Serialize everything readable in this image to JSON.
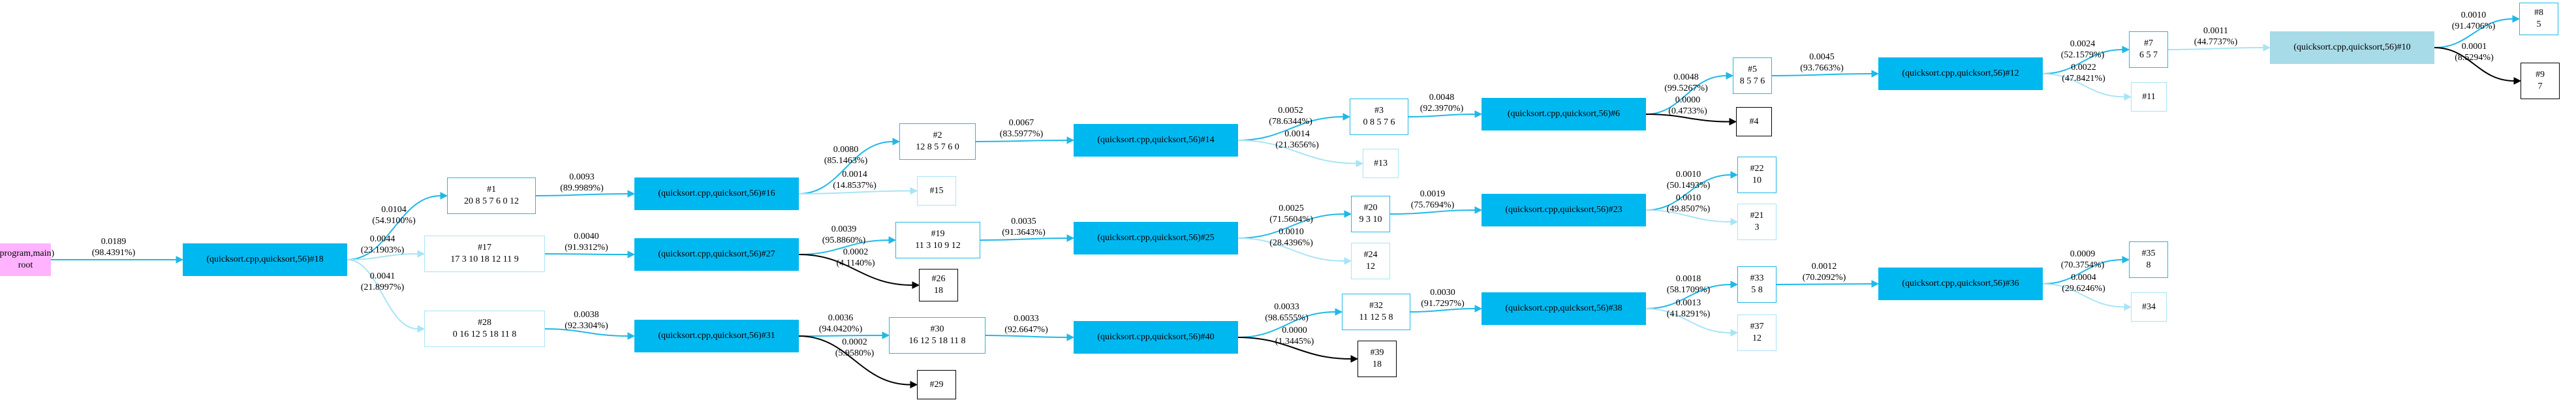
{
  "nodes": [
    {
      "id": "root",
      "kind": "root",
      "lines": [
        "(program,main)",
        "root"
      ]
    },
    {
      "id": "f18",
      "kind": "func",
      "lines": [
        "(quicksort.cpp,quicksort,56)#18"
      ]
    },
    {
      "id": "n1",
      "kind": "box",
      "lines": [
        "#1",
        "20 8 5 7 6 0 12"
      ]
    },
    {
      "id": "n17",
      "kind": "box pale",
      "lines": [
        "#17",
        "17 3 10 18 12 11 9"
      ]
    },
    {
      "id": "n28",
      "kind": "box pale",
      "lines": [
        "#28",
        "0 16 12 5 18 11 8"
      ]
    },
    {
      "id": "f16",
      "kind": "func",
      "lines": [
        "(quicksort.cpp,quicksort,56)#16"
      ]
    },
    {
      "id": "f27",
      "kind": "func",
      "lines": [
        "(quicksort.cpp,quicksort,56)#27"
      ]
    },
    {
      "id": "f31",
      "kind": "func",
      "lines": [
        "(quicksort.cpp,quicksort,56)#31"
      ]
    },
    {
      "id": "n2",
      "kind": "box",
      "lines": [
        "#2",
        "12 8 5 7 6 0"
      ]
    },
    {
      "id": "n15",
      "kind": "box pale",
      "lines": [
        "#15"
      ]
    },
    {
      "id": "n19",
      "kind": "box",
      "lines": [
        "#19",
        "11 3 10 9 12"
      ]
    },
    {
      "id": "n26",
      "kind": "box black",
      "lines": [
        "#26",
        "18"
      ]
    },
    {
      "id": "n30",
      "kind": "box",
      "lines": [
        "#30",
        "16 12 5 18 11 8"
      ]
    },
    {
      "id": "n29",
      "kind": "box black",
      "lines": [
        "#29"
      ]
    },
    {
      "id": "f14",
      "kind": "func",
      "lines": [
        "(quicksort.cpp,quicksort,56)#14"
      ]
    },
    {
      "id": "f25",
      "kind": "func",
      "lines": [
        "(quicksort.cpp,quicksort,56)#25"
      ]
    },
    {
      "id": "f40",
      "kind": "func",
      "lines": [
        "(quicksort.cpp,quicksort,56)#40"
      ]
    },
    {
      "id": "n3",
      "kind": "box",
      "lines": [
        "#3",
        "0 8 5 7 6"
      ]
    },
    {
      "id": "n13",
      "kind": "box pale",
      "lines": [
        "#13"
      ]
    },
    {
      "id": "n20",
      "kind": "box",
      "lines": [
        "#20",
        "9 3 10"
      ]
    },
    {
      "id": "n24",
      "kind": "box pale",
      "lines": [
        "#24",
        "12"
      ]
    },
    {
      "id": "n32",
      "kind": "box",
      "lines": [
        "#32",
        "11 12 5 8"
      ]
    },
    {
      "id": "n39",
      "kind": "box black",
      "lines": [
        "#39",
        "18"
      ]
    },
    {
      "id": "f6",
      "kind": "func",
      "lines": [
        "(quicksort.cpp,quicksort,56)#6"
      ]
    },
    {
      "id": "f23",
      "kind": "func",
      "lines": [
        "(quicksort.cpp,quicksort,56)#23"
      ]
    },
    {
      "id": "f38",
      "kind": "func",
      "lines": [
        "(quicksort.cpp,quicksort,56)#38"
      ]
    },
    {
      "id": "n5",
      "kind": "box",
      "lines": [
        "#5",
        "8 5 7 6"
      ]
    },
    {
      "id": "n4",
      "kind": "box black",
      "lines": [
        "#4"
      ]
    },
    {
      "id": "n22",
      "kind": "box",
      "lines": [
        "#22",
        "10"
      ]
    },
    {
      "id": "n21",
      "kind": "box pale",
      "lines": [
        "#21",
        "3"
      ]
    },
    {
      "id": "n33",
      "kind": "box",
      "lines": [
        "#33",
        "5 8"
      ]
    },
    {
      "id": "n37",
      "kind": "box pale",
      "lines": [
        "#37",
        "12"
      ]
    },
    {
      "id": "f12",
      "kind": "func",
      "lines": [
        "(quicksort.cpp,quicksort,56)#12"
      ]
    },
    {
      "id": "f36",
      "kind": "func",
      "lines": [
        "(quicksort.cpp,quicksort,56)#36"
      ]
    },
    {
      "id": "n7",
      "kind": "box",
      "lines": [
        "#7",
        "6 5 7"
      ]
    },
    {
      "id": "n11",
      "kind": "box pale",
      "lines": [
        "#11"
      ]
    },
    {
      "id": "n35",
      "kind": "box",
      "lines": [
        "#35",
        "8"
      ]
    },
    {
      "id": "n34",
      "kind": "box pale",
      "lines": [
        "#34"
      ]
    },
    {
      "id": "f10",
      "kind": "func pale",
      "lines": [
        "(quicksort.cpp,quicksort,56)#10"
      ]
    },
    {
      "id": "n8",
      "kind": "box",
      "lines": [
        "#8",
        "5"
      ]
    },
    {
      "id": "n9",
      "kind": "box black",
      "lines": [
        "#9",
        "7"
      ]
    }
  ],
  "edges": [
    {
      "from": "root",
      "to": "f18",
      "label": [
        "0.0189",
        "(98.4391%)"
      ],
      "color": "#20b8e8"
    },
    {
      "from": "f18",
      "to": "n1",
      "label": [
        "0.0104",
        "(54.9100%)"
      ],
      "color": "#20b8e8"
    },
    {
      "from": "f18",
      "to": "n17",
      "label": [
        "0.0044",
        "(23.1903%)"
      ],
      "color": "#a8e4f6"
    },
    {
      "from": "f18",
      "to": "n28",
      "label": [
        "0.0041",
        "(21.8997%)"
      ],
      "color": "#a8e4f6"
    },
    {
      "from": "n1",
      "to": "f16",
      "label": [
        "0.0093",
        "(89.9989%)"
      ],
      "color": "#20b8e8"
    },
    {
      "from": "n17",
      "to": "f27",
      "label": [
        "0.0040",
        "(91.9312%)"
      ],
      "color": "#20b8e8"
    },
    {
      "from": "n28",
      "to": "f31",
      "label": [
        "0.0038",
        "(92.3304%)"
      ],
      "color": "#20b8e8"
    },
    {
      "from": "f16",
      "to": "n2",
      "label": [
        "0.0080",
        "(85.1463%)"
      ],
      "color": "#20b8e8"
    },
    {
      "from": "f16",
      "to": "n15",
      "label": [
        "0.0014",
        "(14.8537%)"
      ],
      "color": "#a8e4f6"
    },
    {
      "from": "f27",
      "to": "n19",
      "label": [
        "0.0039",
        "(95.8860%)"
      ],
      "color": "#20b8e8"
    },
    {
      "from": "f27",
      "to": "n26",
      "label": [
        "0.0002",
        "(4.1140%)"
      ],
      "color": "#000000"
    },
    {
      "from": "f31",
      "to": "n30",
      "label": [
        "0.0036",
        "(94.0420%)"
      ],
      "color": "#20b8e8"
    },
    {
      "from": "f31",
      "to": "n29",
      "label": [
        "0.0002",
        "(5.9580%)"
      ],
      "color": "#000000"
    },
    {
      "from": "n2",
      "to": "f14",
      "label": [
        "0.0067",
        "(83.5977%)"
      ],
      "color": "#20b8e8"
    },
    {
      "from": "n19",
      "to": "f25",
      "label": [
        "0.0035",
        "(91.3643%)"
      ],
      "color": "#20b8e8"
    },
    {
      "from": "n30",
      "to": "f40",
      "label": [
        "0.0033",
        "(92.6647%)"
      ],
      "color": "#20b8e8"
    },
    {
      "from": "f14",
      "to": "n3",
      "label": [
        "0.0052",
        "(78.6344%)"
      ],
      "color": "#20b8e8"
    },
    {
      "from": "f14",
      "to": "n13",
      "label": [
        "0.0014",
        "(21.3656%)"
      ],
      "color": "#a8e4f6"
    },
    {
      "from": "f25",
      "to": "n20",
      "label": [
        "0.0025",
        "(71.5604%)"
      ],
      "color": "#20b8e8"
    },
    {
      "from": "f25",
      "to": "n24",
      "label": [
        "0.0010",
        "(28.4396%)"
      ],
      "color": "#a8e4f6"
    },
    {
      "from": "f40",
      "to": "n32",
      "label": [
        "0.0033",
        "(98.6555%)"
      ],
      "color": "#20b8e8"
    },
    {
      "from": "f40",
      "to": "n39",
      "label": [
        "0.0000",
        "(1.3445%)"
      ],
      "color": "#000000"
    },
    {
      "from": "n3",
      "to": "f6",
      "label": [
        "0.0048",
        "(92.3970%)"
      ],
      "color": "#20b8e8"
    },
    {
      "from": "n20",
      "to": "f23",
      "label": [
        "0.0019",
        "(75.7694%)"
      ],
      "color": "#20b8e8"
    },
    {
      "from": "n32",
      "to": "f38",
      "label": [
        "0.0030",
        "(91.7297%)"
      ],
      "color": "#20b8e8"
    },
    {
      "from": "f6",
      "to": "n5",
      "label": [
        "0.0048",
        "(99.5267%)"
      ],
      "color": "#20b8e8"
    },
    {
      "from": "f6",
      "to": "n4",
      "label": [
        "0.0000",
        "(0.4733%)"
      ],
      "color": "#000000"
    },
    {
      "from": "f23",
      "to": "n22",
      "label": [
        "0.0010",
        "(50.1493%)"
      ],
      "color": "#20b8e8"
    },
    {
      "from": "f23",
      "to": "n21",
      "label": [
        "0.0010",
        "(49.8507%)"
      ],
      "color": "#a8e4f6"
    },
    {
      "from": "f38",
      "to": "n33",
      "label": [
        "0.0018",
        "(58.1709%)"
      ],
      "color": "#20b8e8"
    },
    {
      "from": "f38",
      "to": "n37",
      "label": [
        "0.0013",
        "(41.8291%)"
      ],
      "color": "#a8e4f6"
    },
    {
      "from": "n5",
      "to": "f12",
      "label": [
        "0.0045",
        "(93.7663%)"
      ],
      "color": "#20b8e8"
    },
    {
      "from": "n33",
      "to": "f36",
      "label": [
        "0.0012",
        "(70.2092%)"
      ],
      "color": "#20b8e8"
    },
    {
      "from": "f12",
      "to": "n7",
      "label": [
        "0.0024",
        "(52.1579%)"
      ],
      "color": "#20b8e8"
    },
    {
      "from": "f12",
      "to": "n11",
      "label": [
        "0.0022",
        "(47.8421%)"
      ],
      "color": "#a8e4f6"
    },
    {
      "from": "f36",
      "to": "n35",
      "label": [
        "0.0009",
        "(70.3754%)"
      ],
      "color": "#20b8e8"
    },
    {
      "from": "f36",
      "to": "n34",
      "label": [
        "0.0004",
        "(29.6246%)"
      ],
      "color": "#a8e4f6"
    },
    {
      "from": "n7",
      "to": "f10",
      "label": [
        "0.0011",
        "(44.7737%)"
      ],
      "color": "#a8e4f6"
    },
    {
      "from": "f10",
      "to": "n8",
      "label": [
        "0.0010",
        "(91.4706%)"
      ],
      "color": "#20b8e8"
    },
    {
      "from": "f10",
      "to": "n9",
      "label": [
        "0.0001",
        "(8.5294%)"
      ],
      "color": "#000000"
    }
  ]
}
